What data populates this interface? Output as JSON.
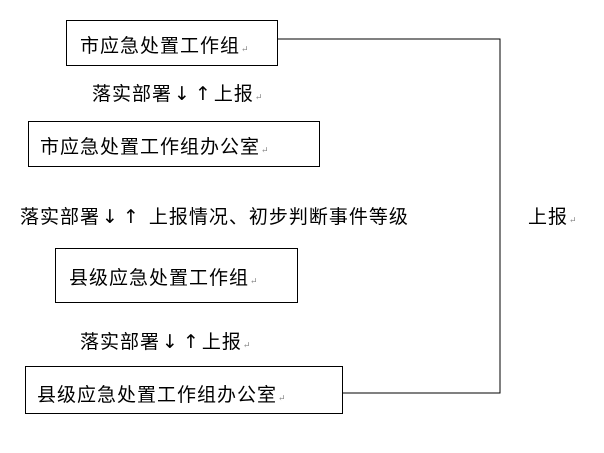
{
  "boxes": [
    {
      "label": "市应急处置工作组"
    },
    {
      "label": "市应急处置工作组办公室"
    },
    {
      "label": "县级应急处置工作组"
    },
    {
      "label": "县级应急处置工作组办公室"
    }
  ],
  "connectors": [
    {
      "down_text": "落实部署",
      "down_arrow": "↓",
      "up_arrow": "↑",
      "up_text": "上报"
    },
    {
      "down_text": "落实部署",
      "down_arrow": "↓",
      "up_arrow": "↑",
      "up_text": " 上报情况、初步判断事件等级"
    },
    {
      "down_text": "落实部署",
      "down_arrow": "↓",
      "up_arrow": "↑",
      "up_text": "上报"
    }
  ],
  "side_connector": {
    "label": "上报"
  },
  "paragraph_mark": "↵",
  "colors": {
    "line": "#000000",
    "text": "#000000",
    "mark": "#888888"
  }
}
